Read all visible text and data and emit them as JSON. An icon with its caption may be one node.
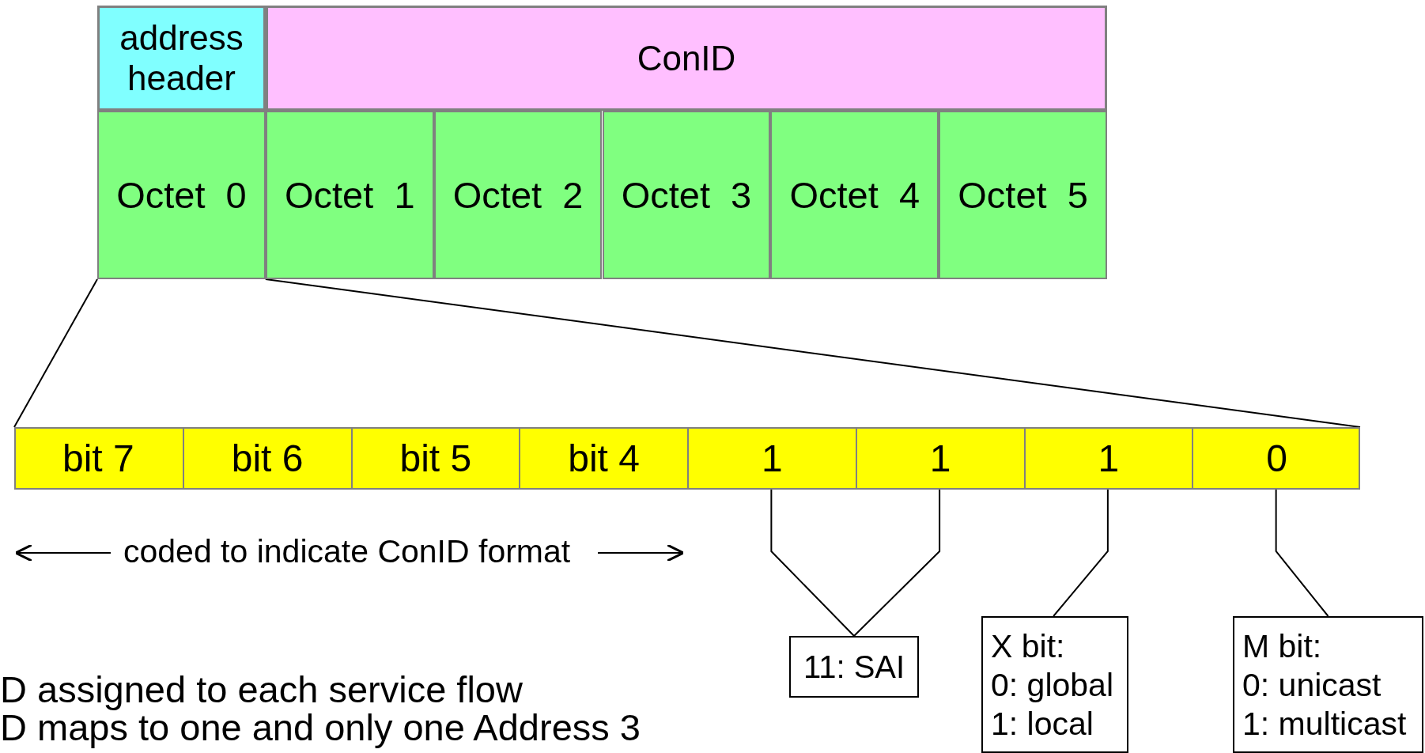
{
  "diagram": {
    "nodes": [
      {
        "text": [
          "address header"
        ]
      },
      {
        "text": [
          "ConID"
        ]
      },
      {
        "text": [
          "Octet  0"
        ]
      },
      {
        "text": [
          "Octet  1"
        ]
      },
      {
        "text": [
          "Octet  2"
        ]
      },
      {
        "text": [
          "Octet  3"
        ]
      },
      {
        "text": [
          "Octet  4"
        ]
      },
      {
        "text": [
          "Octet  5"
        ]
      },
      {
        "text": [],
        "shape": "bar"
      },
      {
        "text": [
          "bit 7"
        ],
        "in": 8
      },
      {
        "text": [
          "bit 6"
        ],
        "in": 8
      },
      {
        "text": [
          "bit 5"
        ],
        "in": 8
      },
      {
        "text": [
          "bit 4"
        ],
        "in": 8
      },
      {
        "text": [
          "1"
        ],
        "in": 8
      },
      {
        "text": [
          "1"
        ],
        "in": 8
      },
      {
        "text": [
          "1"
        ],
        "in": 8
      },
      {
        "text": [
          "0"
        ],
        "in": 8
      },
      {
        "text": [
          "11: SAI"
        ]
      },
      {
        "text": [
          "X bit:",
          "0: global",
          "1: local"
        ]
      },
      {
        "text": [
          "M bit:",
          "0: unicast",
          "1: multicast"
        ]
      }
    ],
    "edges": [
      {
        "from": 2,
        "to": 8,
        "arrow": "none"
      },
      {
        "from": 2,
        "to": 8,
        "arrow": "none"
      },
      {
        "from": 13,
        "to": 17,
        "arrow": "none"
      },
      {
        "from": 14,
        "to": 17,
        "arrow": "none"
      },
      {
        "from": 15,
        "to": 18,
        "arrow": "none"
      },
      {
        "from": 16,
        "to": 19,
        "arrow": "none"
      }
    ],
    "labels": [
      "coded to indicate ConID format",
      "D assigned to each service flow",
      "D maps to one and only one Address 3"
    ]
  }
}
